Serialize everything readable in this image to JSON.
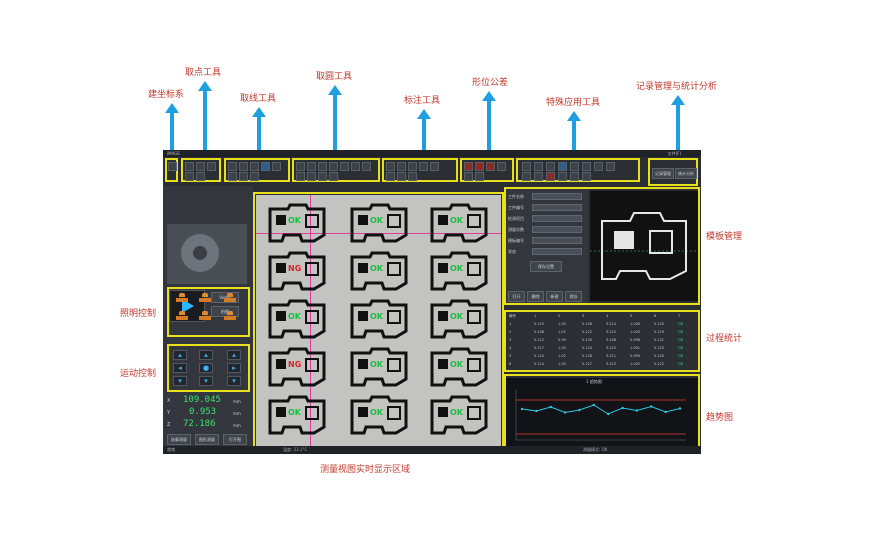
{
  "callouts": {
    "coordinate_system": "建坐标系",
    "point_tools": "取点工具",
    "line_tools": "取线工具",
    "circle_tools": "取圆工具",
    "annotation_tools": "标注工具",
    "geo_tolerance": "形位公差",
    "special_tools": "特殊应用工具",
    "record_stats": "记录管理与统计分析",
    "template_mgmt": "模板管理",
    "lighting": "照明控制",
    "process_stats": "过程统计",
    "motion": "运动控制",
    "trend_chart": "趋势图",
    "view_area": "测量视图实时显示区域"
  },
  "app": {
    "title_left": "iMAGE",
    "title_right": "文件(F)",
    "side_buttons": [
      "Video",
      "拍摄"
    ],
    "coords": [
      {
        "axis": "X",
        "value": "109.045",
        "unit": "mm"
      },
      {
        "axis": "Y",
        "value": "0.953",
        "unit": "mm"
      },
      {
        "axis": "Z",
        "value": "72.186",
        "unit": "mm"
      }
    ],
    "bottom_buttons": [
      "轮廓测量",
      "图形测量",
      "打开图"
    ],
    "record_buttons": [
      "记录管理",
      "统计分析"
    ],
    "status_left": "就绪",
    "status_mid": "温度: 23.1°C",
    "status_right": "测量模式: OK",
    "template_fields": [
      "工件名称",
      "工件编号",
      "检测项目",
      "测量次数",
      "模板编号",
      "状态"
    ],
    "template_btn": "保存设置",
    "template_tabs": [
      "打开",
      "删除",
      "新建",
      "保存"
    ],
    "trend_title": "1 趋势图"
  },
  "parts": [
    {
      "result": "OK"
    },
    {
      "result": "OK"
    },
    {
      "result": "OK"
    },
    {
      "result": "NG"
    },
    {
      "result": "OK"
    },
    {
      "result": "OK"
    },
    {
      "result": "OK"
    },
    {
      "result": "OK"
    },
    {
      "result": "OK"
    },
    {
      "result": "NG"
    },
    {
      "result": "OK"
    },
    {
      "result": "OK"
    },
    {
      "result": "OK"
    },
    {
      "result": "OK"
    },
    {
      "result": "OK"
    }
  ],
  "stats_table": {
    "header": [
      "编号",
      "1",
      "2",
      "3",
      "4",
      "5",
      "6",
      "7"
    ],
    "rows": [
      [
        "1",
        "0.115",
        "1.00",
        "0.126",
        "3.214",
        "1.000",
        "0.125",
        "OK"
      ],
      [
        "2",
        "0.108",
        "1.01",
        "0.122",
        "3.210",
        "1.003",
        "0.119",
        "OK"
      ],
      [
        "3",
        "0.112",
        "0.99",
        "0.130",
        "3.208",
        "0.998",
        "0.121",
        "OK"
      ],
      [
        "4",
        "0.117",
        "1.00",
        "0.124",
        "3.215",
        "1.001",
        "0.123",
        "OK"
      ],
      [
        "5",
        "0.110",
        "1.02",
        "0.128",
        "3.211",
        "0.999",
        "0.120",
        "OK"
      ],
      [
        "6",
        "0.114",
        "1.00",
        "0.127",
        "3.213",
        "1.002",
        "0.122",
        "OK"
      ]
    ]
  },
  "trend": {
    "values": [
      0.62,
      0.58,
      0.66,
      0.55,
      0.6,
      0.7,
      0.52,
      0.64,
      0.59,
      0.67,
      0.56,
      0.63
    ],
    "color_line": "#2ec7e6",
    "color_limit": "#e23c2c"
  },
  "colors": {
    "highlight": "#e8e01a",
    "arrow": "#1ea0e0",
    "callout": "#c0392b"
  }
}
